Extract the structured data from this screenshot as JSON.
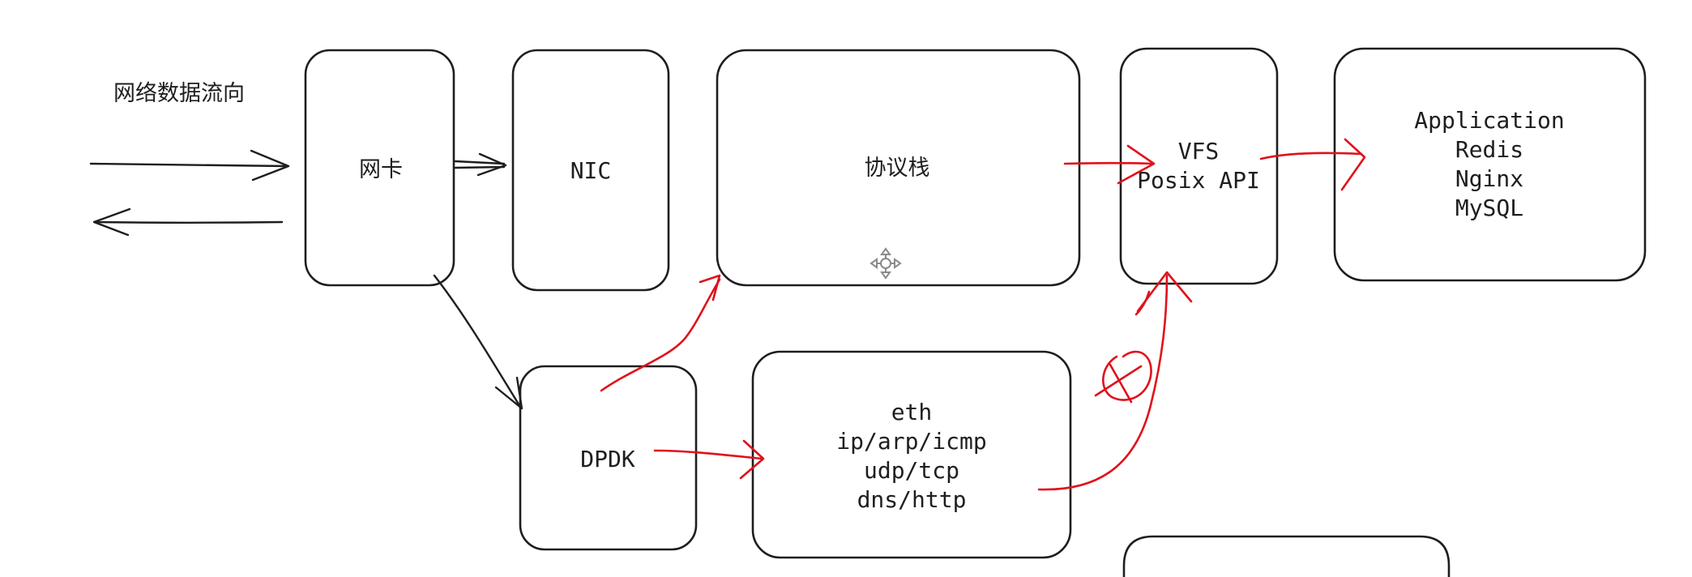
{
  "diagram": {
    "flow_label": "网络数据流向",
    "nodes": {
      "nic_card": {
        "lines": [
          "网卡"
        ]
      },
      "nic": {
        "lines": [
          "NIC"
        ]
      },
      "protocol_stack": {
        "lines": [
          "协议栈"
        ]
      },
      "vfs": {
        "lines": [
          "VFS",
          "Posix API"
        ]
      },
      "application": {
        "lines": [
          "Application",
          "Redis",
          "Nginx",
          "MySQL"
        ]
      },
      "dpdk": {
        "lines": [
          "DPDK"
        ]
      },
      "user_stack": {
        "lines": [
          "eth",
          "ip/arp/icmp",
          "udp/tcp",
          "dns/http"
        ]
      }
    },
    "icons": {
      "move_handle": "move-icon",
      "crossed_circle": "crossed-circle-icon"
    },
    "colors": {
      "ink": "#1e1e1e",
      "annotation_red": "#e0111b"
    }
  }
}
